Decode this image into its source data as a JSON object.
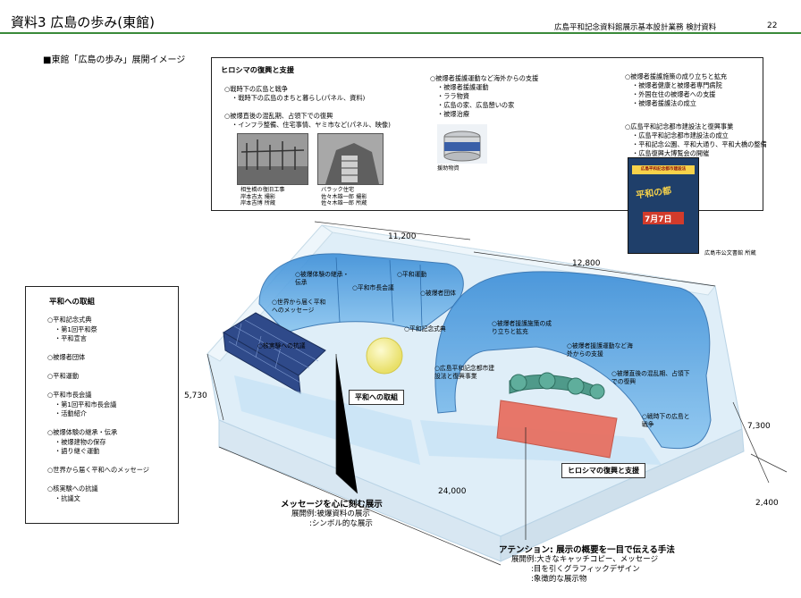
{
  "header": {
    "title": "資料3 広島の歩み(東館)",
    "subtitle": "広島平和記念資料館展示基本設計業務 検討資料",
    "page_number": "22"
  },
  "section_heading": "■東館「広島の歩み」展開イメージ",
  "top_panel": {
    "heading": "ヒロシマの復興と支援",
    "col1": [
      "○戦時下の広島と戦争",
      "・戦時下の広島のまちと暮らし(パネル、資料)",
      "○被爆直後の混乱期、占領下での復興",
      "・インフラ整備、住宅事情、ヤミ市など(パネル、映像)"
    ],
    "photo1_caption": [
      "相生橋の復旧工事",
      "岸本吉太 撮影",
      "岸本吉博 所蔵"
    ],
    "photo2_caption": [
      "バラック住宅",
      "佐々木雄一郎 撮影",
      "佐々木雄一郎 所蔵"
    ],
    "col2": [
      "○被爆者援護運動など海外からの支援",
      "・被爆者援護運動",
      "・ララ物資",
      "・広島の家、広島憩いの家",
      "・被爆治療"
    ],
    "photo3_caption": "援助物資",
    "col3a": [
      "○被爆者援護施策の成り立ちと拡充",
      "・被爆者健康と被爆者専門病院",
      "・外国在住の被爆者への支援",
      "・被爆者援護法の成立"
    ],
    "col3b": [
      "○広島平和記念都市建設法と復興事業",
      "・広島平和記念都市建設法の成立",
      "・平和記念公園、平和大通り、平和大橋の整備",
      "・広島復興大博覧会の開催"
    ],
    "poster_text": [
      "広島平和記念都市建設法",
      "平和の都",
      "7月7日"
    ],
    "poster_caption": "広島市公文書館 所蔵"
  },
  "left_panel": {
    "heading": "平和への取組",
    "items": [
      "○平和記念式典",
      "・第1回平和祭",
      "・平和宣言",
      "",
      "○被爆者団体",
      "",
      "○平和運動",
      "",
      "○平和市長会議",
      "・第1回平和市長会議",
      "・活動紹介",
      "",
      "○被爆体験の継承・伝承",
      "・被爆建物の保存",
      "・語り継ぐ運動",
      "",
      "○世界から届く平和へのメッセージ",
      "",
      "○核実験への抗議",
      "・抗議文"
    ]
  },
  "diagram": {
    "dims": {
      "top_left": "11,200",
      "top_right": "12,800",
      "left": "5,730",
      "right": "7,300",
      "bottom": "24,000",
      "bottom_right": "2,400"
    },
    "exhibits": [
      "○被爆体験の継承・伝承",
      "○平和運動",
      "○平和市長会議",
      "○被爆者団体",
      "○世界から届く平和へのメッセージ",
      "○平和記念式典",
      "○核実験への抗議",
      "○被爆者援護施策の成り立ちと拡充",
      "○被爆者援護運動など海外からの支援",
      "○広島平和記念都市建設法と復興事業",
      "○被爆直後の混乱期、占領下での復興",
      "○戦時下の広島と戦争"
    ],
    "zone_label_peace": "平和への取組",
    "zone_label_recovery": "ヒロシマの復興と支援"
  },
  "note_message": {
    "title": "メッセージを心に刻む展示",
    "lines": [
      "展開例:被爆資料の展示",
      ":シンボル的な展示"
    ]
  },
  "note_attention": {
    "title": "アテンション: 展示の概要を一目で伝える手法",
    "lines": [
      "展開例:大きなキャッチコピー、メッセージ",
      ":目を引くグラフィックデザイン",
      ":象徴的な展示物"
    ]
  },
  "colors": {
    "header_line": "#3a8a3a",
    "wall_blue": "#5aa9e6",
    "floor_light": "#eaf4fb",
    "sphere_yellow": "#f3ef8a",
    "table_red": "#e86a5a",
    "pods_teal": "#4f9a8a",
    "grid_navy": "#2f4a8a"
  }
}
